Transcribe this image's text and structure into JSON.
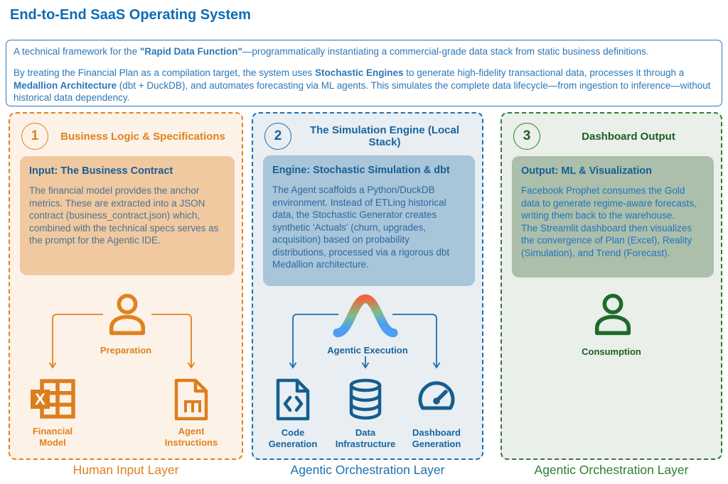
{
  "title": "End-to-End SaaS Operating System",
  "intro": {
    "p1_pre": "A technical framework for the ",
    "p1_bold": "\"Rapid Data Function\"",
    "p1_post": "—programmatically instantiating a commercial-grade data stack from static business definitions.",
    "p2_a": "By treating the Financial Plan as a compilation target, the system uses ",
    "p2_bold1": "Stochastic Engines",
    "p2_b": " to generate high-fidelity transactional data, processes it through a ",
    "p2_bold2": "Medallion Architecture",
    "p2_c": " (dbt + DuckDB), and automates forecasting via ML agents. This simulates the complete data lifecycle—from ingestion to inference—without historical data dependency."
  },
  "columns": [
    {
      "number": "1",
      "header": "Business Logic & Specifications",
      "card": {
        "title": "Input: The Business Contract",
        "body": "The financial model provides the anchor metrics. These are extracted into a JSON contract (business_contract.json) which, combined with the technical specs serves as the prompt for the Agentic IDE."
      },
      "flow_icon": "person-icon",
      "flow_label": "Preparation",
      "outputs": [
        {
          "icon": "excel-icon",
          "label": "Financial Model"
        },
        {
          "icon": "markdown-doc-icon",
          "label": "Agent Instructions"
        }
      ],
      "layer": "Human Input Layer"
    },
    {
      "number": "2",
      "header": "The Simulation Engine (Local Stack)",
      "card": {
        "title": "Engine: Stochastic Simulation & dbt",
        "body": "The Agent scaffolds a Python/DuckDB environment. Instead of ETLing historical data, the Stochastic Generator creates synthetic 'Actuals' (churn, upgrades, acquisition) based on probability distributions, processed via a rigorous dbt Medallion architecture."
      },
      "flow_icon": "bell-curve-icon",
      "flow_label": "Agentic Execution",
      "outputs": [
        {
          "icon": "code-file-icon",
          "label": "Code Generation"
        },
        {
          "icon": "database-icon",
          "label": "Data Infrastructure"
        },
        {
          "icon": "gauge-icon",
          "label": "Dashboard Generation"
        }
      ],
      "layer": "Agentic Orchestration Layer"
    },
    {
      "number": "3",
      "header": "Dashboard Output",
      "card": {
        "title": "Output: ML & Visualization",
        "body": "Facebook Prophet consumes the Gold data to generate regime-aware forecasts, writing them back to the warehouse.\nThe Streamlit dashboard then visualizes the convergence of Plan (Excel), Reality (Simulation), and Trend (Forecast)."
      },
      "flow_icon": "person-icon",
      "flow_label": "Consumption",
      "outputs": [],
      "layer": "Agentic Orchestration Layer"
    }
  ],
  "colors": {
    "title_blue": "#0D6CB4",
    "intro_blue": "#2B77B8",
    "accent_orange": "#E0821E",
    "accent_blue": "#1D6FAE",
    "accent_green": "#2E7D32",
    "card_heading_blue": "#1A5E94",
    "col1_bg": "#FCF2E8",
    "col1_card_bg": "#F0C9A1",
    "col2_bg": "#E9EEF3",
    "col2_card_bg": "#A9C5DA",
    "col3_bg": "#EAEFEA",
    "col3_card_bg": "#ABBFAB",
    "bell_gradient": [
      "#F2623C",
      "#7CBF87",
      "#4E9EF1"
    ]
  }
}
